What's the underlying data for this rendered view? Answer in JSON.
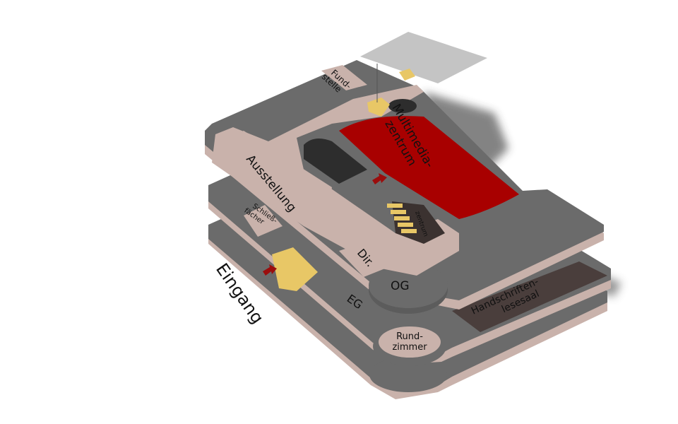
{
  "title": "Isometric floor plan",
  "floors": {
    "og": "OG",
    "eg": "EG"
  },
  "rooms": {
    "fundstelle": [
      "Fund-",
      "stelle"
    ],
    "multimedia": [
      "Multimedia-",
      "zentrum"
    ],
    "ausstellung": "Ausstellung",
    "schliessfaecher": [
      "Schließ-",
      "fächer"
    ],
    "zentrum_partial": "zentrum",
    "direktion": "Dir.",
    "handschriften": [
      "Handschriften-",
      "lesesaal"
    ],
    "rundzimmer": [
      "Rund-",
      "zimmer"
    ]
  },
  "entrance": "Eingang",
  "colors": {
    "slab": "#6b6b6b",
    "floor": "#c9b2ab",
    "highlight": "#a80000",
    "stairs": "#e8c766",
    "arrow": "#9b0d0d",
    "panel": "#c4c4c4"
  }
}
